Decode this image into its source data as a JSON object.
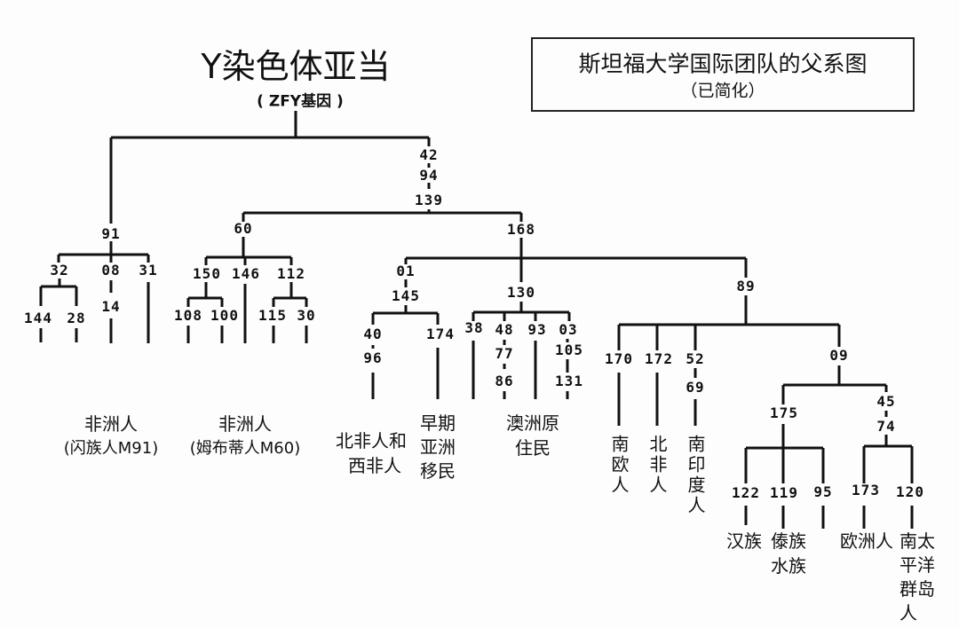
{
  "header": {
    "title": "Y染色体亚当",
    "subtitle": "( ZFY基因 )",
    "box_title": "斯坦福大学国际团队的父系图",
    "box_subtitle": "（已简化）"
  },
  "markers": {
    "m42": "42",
    "m94": "94",
    "m139": "139",
    "m91": "91",
    "m32": "32",
    "m08": "08",
    "m31": "31",
    "m144": "144",
    "m28": "28",
    "m14": "14",
    "m60": "60",
    "m150": "150",
    "m146": "146",
    "m112": "112",
    "m108": "108",
    "m100": "100",
    "m115": "115",
    "m30": "30",
    "m168": "168",
    "m01": "01",
    "m145": "145",
    "m40": "40",
    "m96": "96",
    "m174": "174",
    "m130": "130",
    "m38": "38",
    "m48": "48",
    "m93": "93",
    "m03": "03",
    "m77": "77",
    "m86": "86",
    "m105": "105",
    "m131": "131",
    "m89": "89",
    "m170": "170",
    "m172": "172",
    "m52": "52",
    "m69": "69",
    "m09": "09",
    "m175": "175",
    "m45": "45",
    "m74": "74",
    "m122": "122",
    "m119": "119",
    "m95": "95",
    "m173": "173",
    "m120": "120"
  },
  "groups": {
    "africa1": "非洲人",
    "africa1_note": "(闪族人M91)",
    "africa2": "非洲人",
    "africa2_note": "(姆布蒂人M60)",
    "nw_africa_1": "北非人和",
    "nw_africa_2": "西非人",
    "early_asia": "早期亚洲移民",
    "aus_1": "澳洲原",
    "aus_2": "住民",
    "s_europe": "南欧人",
    "n_africa": "北非人",
    "s_india": "南印度人",
    "han": "汉族",
    "dai": "傣族",
    "shui": "水族",
    "europe": "欧洲人",
    "pacific_rows": [
      "南太",
      "平洋",
      "群岛",
      "人"
    ]
  }
}
